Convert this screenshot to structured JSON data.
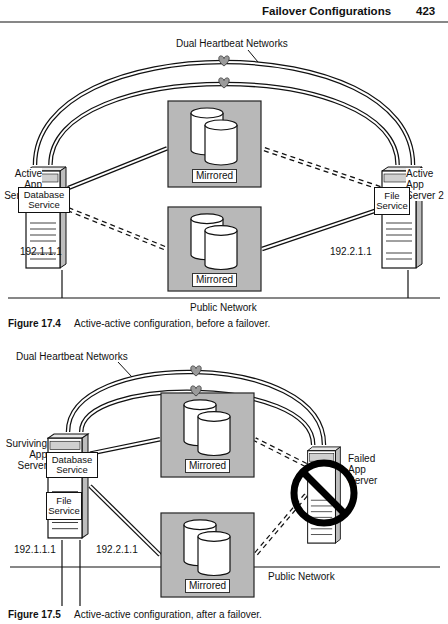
{
  "diagram": {
    "nodes": [
      {
        "text": [
          "Active App Server 1"
        ]
      },
      {
        "text": [
          "Database Service"
        ],
        "in": 0
      },
      {
        "text": [
          "Mirrored"
        ]
      },
      {
        "text": [
          "Mirrored"
        ]
      },
      {
        "text": [
          "Active App Server 2"
        ]
      },
      {
        "text": [
          "File Service"
        ],
        "in": 4
      },
      {
        "text": [
          "Surviving App Server"
        ]
      },
      {
        "text": [
          "Database Service"
        ],
        "in": 6
      },
      {
        "text": [
          "File Service"
        ],
        "in": 6
      },
      {
        "text": [
          "Mirrored"
        ]
      },
      {
        "text": [
          "Mirrored"
        ]
      },
      {
        "text": [
          "Failed App Server"
        ]
      }
    ],
    "edges": [
      {
        "from": 0,
        "to": 4,
        "arrow": "none"
      },
      {
        "from": 0,
        "to": 4,
        "arrow": "none"
      },
      {
        "from": 0,
        "to": 2,
        "arrow": "none"
      },
      {
        "from": 0,
        "to": 3,
        "arrow": "none"
      },
      {
        "from": 4,
        "to": 2,
        "arrow": "none"
      },
      {
        "from": 4,
        "to": 3,
        "arrow": "none"
      },
      {
        "from": 6,
        "to": 11,
        "arrow": "none"
      },
      {
        "from": 6,
        "to": 11,
        "arrow": "none"
      },
      {
        "from": 6,
        "to": 9,
        "arrow": "none"
      },
      {
        "from": 6,
        "to": 10,
        "arrow": "none"
      },
      {
        "from": 11,
        "to": 9,
        "arrow": "none"
      },
      {
        "from": 11,
        "to": 10,
        "arrow": "none"
      }
    ],
    "labels": [
      "Failover Configurations",
      "423",
      "Dual Heartbeat Networks",
      "192.1.1.1",
      "192.2.1.1",
      "Public Network",
      "Figure 17.4",
      "Active-active configuration, before a failover.",
      "Dual Heartbeat Networks",
      "192.1.1.1",
      "192.2.1.1",
      "Public Network",
      "Figure 17.5",
      "Active-active configuration, after a failover."
    ]
  }
}
